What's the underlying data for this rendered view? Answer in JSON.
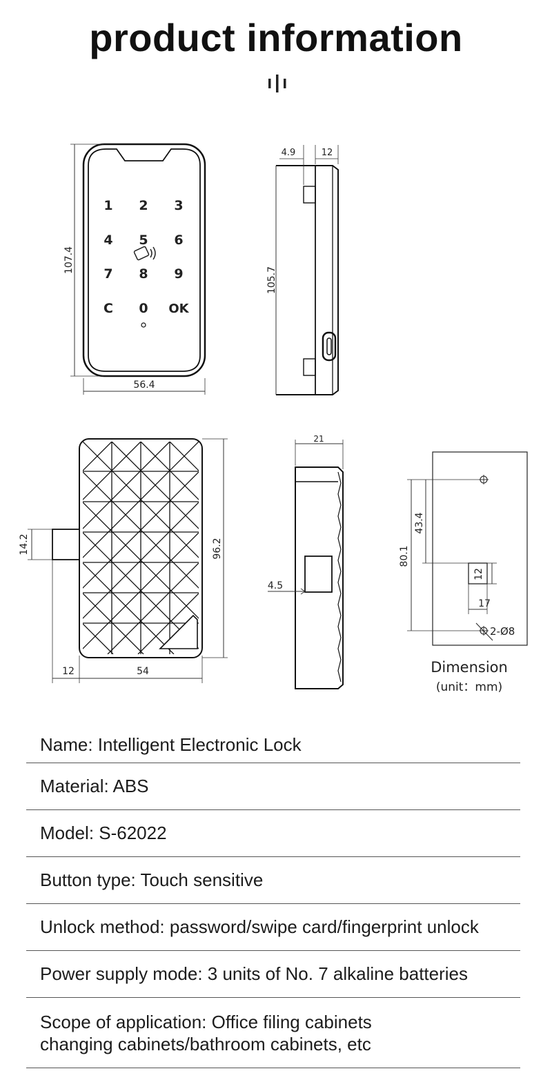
{
  "header": {
    "title": "product information"
  },
  "drawing_front": {
    "keys": [
      "1",
      "2",
      "3",
      "4",
      "5",
      "6",
      "7",
      "8",
      "9",
      "C",
      "0",
      "OK"
    ],
    "height_label": "107.4",
    "width_label": "56.4"
  },
  "drawing_side": {
    "top_left_label": "4.9",
    "top_right_label": "12",
    "height_label": "105.7"
  },
  "drawing_back": {
    "tongue_label": "14.2",
    "height_label": "96.2",
    "tongue_width_label": "12",
    "body_width_label": "54"
  },
  "drawing_lock_side": {
    "width_label": "21",
    "offset_label": "4.5"
  },
  "drawing_cutout": {
    "outer_label": "80.1",
    "inner_label": "43.4",
    "slot_height_label": "12",
    "slot_width_label": "17",
    "hole_label": "2-Ø8"
  },
  "dimension_caption": {
    "title": "Dimension",
    "unit": "(unit：mm)"
  },
  "specs": [
    "Name: Intelligent Electronic Lock",
    "Material: ABS",
    "Model: S-62022",
    "Button type: Touch sensitive",
    "Unlock method: password/swipe card/fingerprint unlock",
    "Power supply mode: 3 units of No. 7 alkaline batteries"
  ],
  "scope": {
    "line1": "Scope of application: Office filing cabinets",
    "line2": "changing cabinets/bathroom cabinets, etc"
  }
}
